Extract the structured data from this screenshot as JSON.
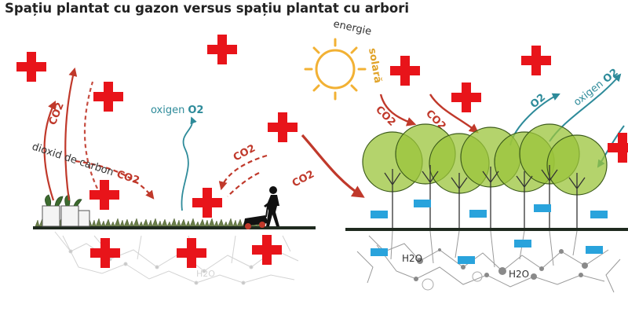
{
  "title": "Spațiu plantat cu gazon versus spațiu plantat cu arbori",
  "labels": {
    "co2": "CO2",
    "dioxid_prefix": "dioxid de carbon",
    "oxigen": "oxigen",
    "o2": "O2",
    "energie": "energie",
    "solara": "solară",
    "h2o": "H2O"
  },
  "colors": {
    "red_cross": "#e8141a",
    "co2_arrow": "#c0392b",
    "o2_teal": "#2e8b9a",
    "sun": "#f2b134",
    "tree_fill": "#9bc43b",
    "ground": "#1f2a1f",
    "water_marker": "#29a3dc"
  },
  "icons": [
    "red-cross-icon",
    "sun-icon",
    "lawn-mower-person-icon",
    "plant-pot-icon",
    "tree-icon",
    "water-marker-icon"
  ]
}
